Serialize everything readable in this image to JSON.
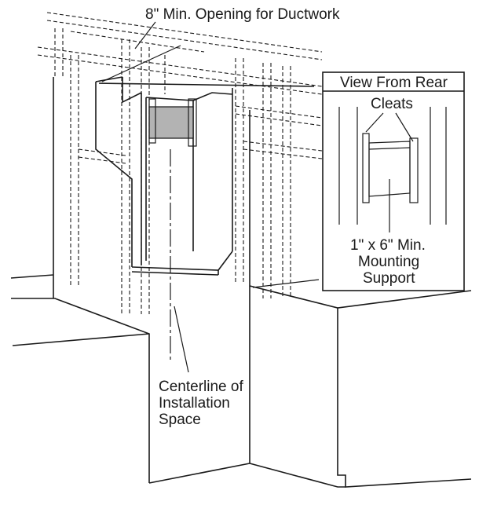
{
  "labels": {
    "ductwork_opening": "8\" Min. Opening for Ductwork",
    "centerline_1": "Centerline of",
    "centerline_2": "Installation",
    "centerline_3": "Space"
  },
  "inset": {
    "title": "View From Rear",
    "cleats": "Cleats",
    "support_1": "1\" x 6\" Min.",
    "support_2": "Mounting",
    "support_3": "Support"
  },
  "colors": {
    "line": "#1a1a1a",
    "mounting_support_fill": "#b3b3b3",
    "background": "#ffffff"
  }
}
